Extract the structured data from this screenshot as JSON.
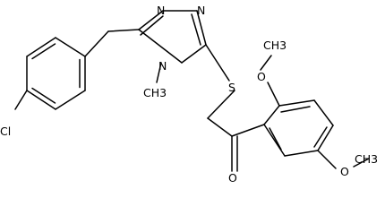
{
  "atom_labels": {
    "n1": "N",
    "n2": "N",
    "n4": "N",
    "methyl_n": "CH3",
    "s": "S",
    "cl": "Cl",
    "o_ketone": "O",
    "o_ome1": "O",
    "me1": "CH3",
    "o_ome2": "O",
    "me2": "CH3"
  }
}
